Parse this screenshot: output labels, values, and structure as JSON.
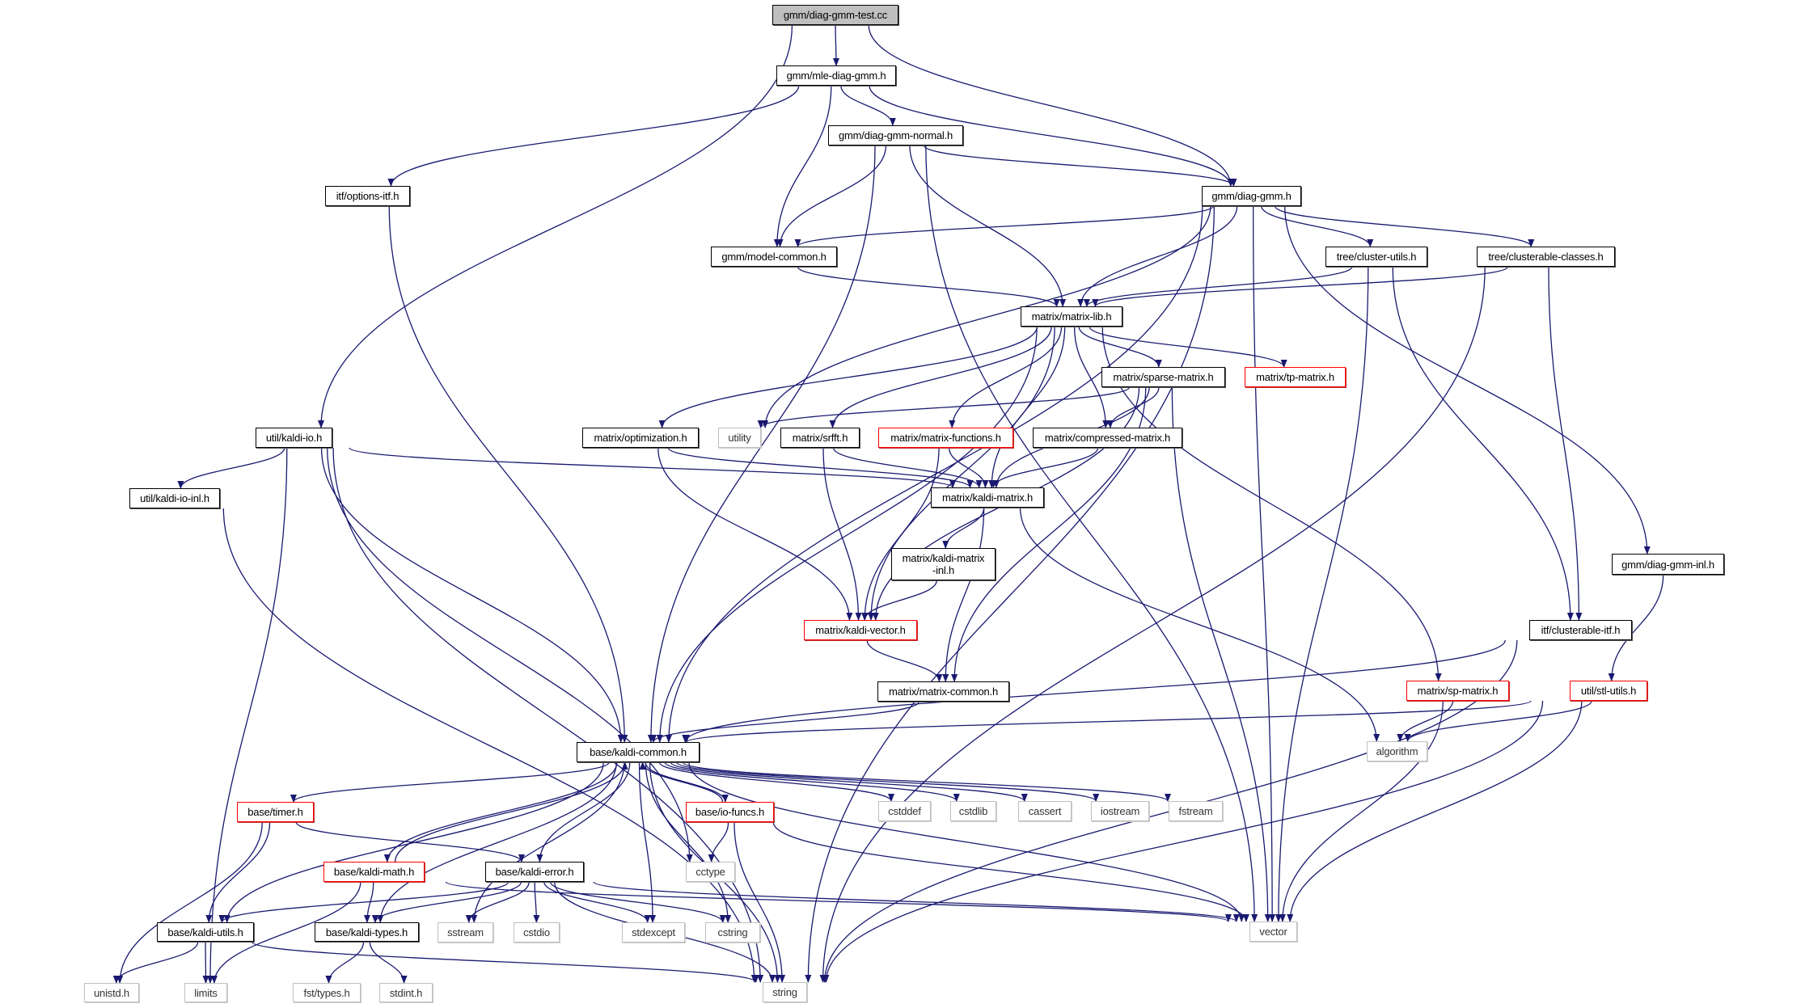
{
  "title": "Include dependency graph for gmm/diag-gmm-test.cc",
  "colors": {
    "edge": "#191970",
    "root_fill": "#bfbfbf",
    "local_border": "#000000",
    "truncated_border": "#ff0000",
    "system_border": "#bfbfbf"
  },
  "legend_kinds": {
    "root": "file being documented (gray fill)",
    "local": "project header (black border)",
    "trunc": "header with truncated graph (red border)",
    "system": "system / std header (gray border)"
  },
  "nodes": [
    {
      "id": "root",
      "label": "gmm/diag-gmm-test.cc",
      "kind": "root"
    },
    {
      "id": "mle",
      "label": "gmm/mle-diag-gmm.h",
      "kind": "local"
    },
    {
      "id": "normal",
      "label": "gmm/diag-gmm-normal.h",
      "kind": "local"
    },
    {
      "id": "options",
      "label": "itf/options-itf.h",
      "kind": "local"
    },
    {
      "id": "diaggmm",
      "label": "gmm/diag-gmm.h",
      "kind": "local"
    },
    {
      "id": "modelcommon",
      "label": "gmm/model-common.h",
      "kind": "local"
    },
    {
      "id": "clusterutils",
      "label": "tree/cluster-utils.h",
      "kind": "local"
    },
    {
      "id": "clusterclasses",
      "label": "tree/clusterable-classes.h",
      "kind": "local"
    },
    {
      "id": "matrixlib",
      "label": "matrix/matrix-lib.h",
      "kind": "local"
    },
    {
      "id": "sparse",
      "label": "matrix/sparse-matrix.h",
      "kind": "local"
    },
    {
      "id": "tp",
      "label": "matrix/tp-matrix.h",
      "kind": "trunc"
    },
    {
      "id": "kaldiio",
      "label": "util/kaldi-io.h",
      "kind": "local"
    },
    {
      "id": "optimization",
      "label": "matrix/optimization.h",
      "kind": "local"
    },
    {
      "id": "utility",
      "label": "utility",
      "kind": "system"
    },
    {
      "id": "srfft",
      "label": "matrix/srfft.h",
      "kind": "local"
    },
    {
      "id": "mfuncs",
      "label": "matrix/matrix-functions.h",
      "kind": "trunc"
    },
    {
      "id": "compressed",
      "label": "matrix/compressed-matrix.h",
      "kind": "local"
    },
    {
      "id": "kaldiioinl",
      "label": "util/kaldi-io-inl.h",
      "kind": "local"
    },
    {
      "id": "kmatrix",
      "label": "matrix/kaldi-matrix.h",
      "kind": "local"
    },
    {
      "id": "kmatrixinl",
      "label": "matrix/kaldi-matrix\n-inl.h",
      "kind": "local"
    },
    {
      "id": "diaggmminl",
      "label": "gmm/diag-gmm-inl.h",
      "kind": "local"
    },
    {
      "id": "kvector",
      "label": "matrix/kaldi-vector.h",
      "kind": "trunc"
    },
    {
      "id": "clusteritf",
      "label": "itf/clusterable-itf.h",
      "kind": "local"
    },
    {
      "id": "mcommon",
      "label": "matrix/matrix-common.h",
      "kind": "local"
    },
    {
      "id": "sp",
      "label": "matrix/sp-matrix.h",
      "kind": "trunc"
    },
    {
      "id": "stlutils",
      "label": "util/stl-utils.h",
      "kind": "trunc"
    },
    {
      "id": "kcommon",
      "label": "base/kaldi-common.h",
      "kind": "local"
    },
    {
      "id": "algorithm",
      "label": "algorithm",
      "kind": "system"
    },
    {
      "id": "timer",
      "label": "base/timer.h",
      "kind": "trunc"
    },
    {
      "id": "iofuncs",
      "label": "base/io-funcs.h",
      "kind": "trunc"
    },
    {
      "id": "cstddef",
      "label": "cstddef",
      "kind": "system"
    },
    {
      "id": "cstdlib",
      "label": "cstdlib",
      "kind": "system"
    },
    {
      "id": "cassert",
      "label": "cassert",
      "kind": "system"
    },
    {
      "id": "iostream",
      "label": "iostream",
      "kind": "system"
    },
    {
      "id": "fstream",
      "label": "fstream",
      "kind": "system"
    },
    {
      "id": "kmath",
      "label": "base/kaldi-math.h",
      "kind": "trunc"
    },
    {
      "id": "kerror",
      "label": "base/kaldi-error.h",
      "kind": "local"
    },
    {
      "id": "cctype",
      "label": "cctype",
      "kind": "system"
    },
    {
      "id": "kutils",
      "label": "base/kaldi-utils.h",
      "kind": "local"
    },
    {
      "id": "ktypes",
      "label": "base/kaldi-types.h",
      "kind": "local"
    },
    {
      "id": "sstream",
      "label": "sstream",
      "kind": "system"
    },
    {
      "id": "cstdio",
      "label": "cstdio",
      "kind": "system"
    },
    {
      "id": "stdexcept",
      "label": "stdexcept",
      "kind": "system"
    },
    {
      "id": "cstring",
      "label": "cstring",
      "kind": "system"
    },
    {
      "id": "vector",
      "label": "vector",
      "kind": "system"
    },
    {
      "id": "unistd",
      "label": "unistd.h",
      "kind": "system"
    },
    {
      "id": "limits",
      "label": "limits",
      "kind": "system"
    },
    {
      "id": "fsttypes",
      "label": "fst/types.h",
      "kind": "system"
    },
    {
      "id": "stdint",
      "label": "stdint.h",
      "kind": "system"
    },
    {
      "id": "string",
      "label": "string",
      "kind": "system"
    }
  ],
  "edges": [
    [
      "root",
      "mle"
    ],
    [
      "root",
      "diaggmm"
    ],
    [
      "root",
      "kaldiio"
    ],
    [
      "mle",
      "normal"
    ],
    [
      "mle",
      "diaggmm"
    ],
    [
      "mle",
      "modelcommon"
    ],
    [
      "mle",
      "options"
    ],
    [
      "normal",
      "diaggmm"
    ],
    [
      "normal",
      "modelcommon"
    ],
    [
      "normal",
      "matrixlib"
    ],
    [
      "normal",
      "kcommon"
    ],
    [
      "normal",
      "vector"
    ],
    [
      "options",
      "kcommon"
    ],
    [
      "diaggmm",
      "modelcommon"
    ],
    [
      "diaggmm",
      "matrixlib"
    ],
    [
      "diaggmm",
      "clusterutils"
    ],
    [
      "diaggmm",
      "clusterclasses"
    ],
    [
      "diaggmm",
      "diaggmminl"
    ],
    [
      "diaggmm",
      "kcommon"
    ],
    [
      "diaggmm",
      "utility"
    ],
    [
      "diaggmm",
      "vector"
    ],
    [
      "diaggmm",
      "string"
    ],
    [
      "modelcommon",
      "matrixlib"
    ],
    [
      "clusterutils",
      "matrixlib"
    ],
    [
      "clusterutils",
      "clusteritf"
    ],
    [
      "clusterutils",
      "vector"
    ],
    [
      "clusterclasses",
      "matrixlib"
    ],
    [
      "clusterclasses",
      "clusteritf"
    ],
    [
      "clusterclasses",
      "string"
    ],
    [
      "matrixlib",
      "sparse"
    ],
    [
      "matrixlib",
      "tp"
    ],
    [
      "matrixlib",
      "optimization"
    ],
    [
      "matrixlib",
      "srfft"
    ],
    [
      "matrixlib",
      "mfuncs"
    ],
    [
      "matrixlib",
      "compressed"
    ],
    [
      "matrixlib",
      "kmatrix"
    ],
    [
      "matrixlib",
      "kvector"
    ],
    [
      "matrixlib",
      "sp"
    ],
    [
      "matrixlib",
      "kcommon"
    ],
    [
      "sparse",
      "utility"
    ],
    [
      "sparse",
      "compressed"
    ],
    [
      "sparse",
      "kmatrix"
    ],
    [
      "sparse",
      "kvector"
    ],
    [
      "sparse",
      "mcommon"
    ],
    [
      "sparse",
      "vector"
    ],
    [
      "kaldiio",
      "kaldiioinl"
    ],
    [
      "kaldiio",
      "kmatrix"
    ],
    [
      "kaldiio",
      "kcommon"
    ],
    [
      "kaldiio",
      "cctype"
    ],
    [
      "kaldiio",
      "limits"
    ],
    [
      "kaldiio",
      "string"
    ],
    [
      "optimization",
      "kmatrix"
    ],
    [
      "optimization",
      "kvector"
    ],
    [
      "srfft",
      "kmatrix"
    ],
    [
      "srfft",
      "kvector"
    ],
    [
      "mfuncs",
      "kmatrix"
    ],
    [
      "mfuncs",
      "kvector"
    ],
    [
      "compressed",
      "kmatrix"
    ],
    [
      "kaldiioinl",
      "string"
    ],
    [
      "kmatrix",
      "kmatrixinl"
    ],
    [
      "kmatrix",
      "mcommon"
    ],
    [
      "kmatrix",
      "algorithm"
    ],
    [
      "kmatrixinl",
      "kvector"
    ],
    [
      "diaggmminl",
      "stlutils"
    ],
    [
      "kvector",
      "mcommon"
    ],
    [
      "clusteritf",
      "kcommon"
    ],
    [
      "clusteritf",
      "string"
    ],
    [
      "mcommon",
      "kcommon"
    ],
    [
      "sp",
      "algorithm"
    ],
    [
      "sp",
      "vector"
    ],
    [
      "stlutils",
      "kcommon"
    ],
    [
      "stlutils",
      "algorithm"
    ],
    [
      "stlutils",
      "vector"
    ],
    [
      "stlutils",
      "string"
    ],
    [
      "kcommon",
      "timer"
    ],
    [
      "kcommon",
      "iofuncs"
    ],
    [
      "kcommon",
      "kmath"
    ],
    [
      "kcommon",
      "kerror"
    ],
    [
      "kcommon",
      "kutils"
    ],
    [
      "kcommon",
      "ktypes"
    ],
    [
      "kcommon",
      "cstddef"
    ],
    [
      "kcommon",
      "cstdlib"
    ],
    [
      "kcommon",
      "cassert"
    ],
    [
      "kcommon",
      "iostream"
    ],
    [
      "kcommon",
      "fstream"
    ],
    [
      "kcommon",
      "sstream"
    ],
    [
      "kcommon",
      "stdexcept"
    ],
    [
      "kcommon",
      "cstring"
    ],
    [
      "kcommon",
      "vector"
    ],
    [
      "kcommon",
      "string"
    ],
    [
      "iofuncs",
      "kcommon"
    ],
    [
      "iofuncs",
      "cctype"
    ],
    [
      "iofuncs",
      "vector"
    ],
    [
      "iofuncs",
      "string"
    ],
    [
      "kmath",
      "kcommon"
    ],
    [
      "kmath",
      "ktypes"
    ],
    [
      "kmath",
      "limits"
    ],
    [
      "kmath",
      "vector"
    ],
    [
      "timer",
      "kutils"
    ],
    [
      "timer",
      "kerror"
    ],
    [
      "timer",
      "unistd"
    ],
    [
      "kerror",
      "kutils"
    ],
    [
      "kerror",
      "ktypes"
    ],
    [
      "kerror",
      "sstream"
    ],
    [
      "kerror",
      "cstdio"
    ],
    [
      "kerror",
      "stdexcept"
    ],
    [
      "kerror",
      "cstring"
    ],
    [
      "kerror",
      "vector"
    ],
    [
      "kerror",
      "string"
    ],
    [
      "kutils",
      "unistd"
    ],
    [
      "kutils",
      "limits"
    ],
    [
      "kutils",
      "string"
    ],
    [
      "ktypes",
      "fsttypes"
    ],
    [
      "ktypes",
      "stdint"
    ]
  ]
}
